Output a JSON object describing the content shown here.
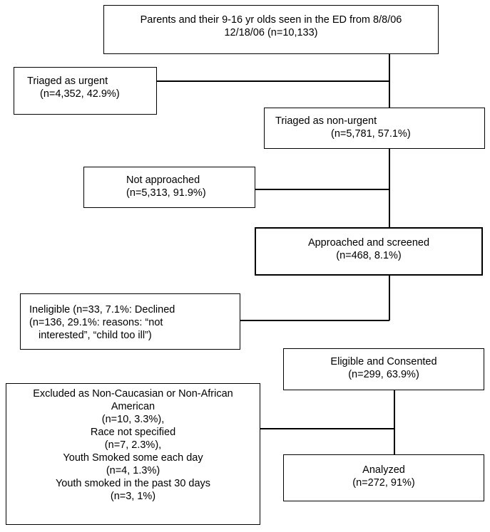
{
  "boxes": {
    "top": {
      "line1": "Parents and their 9-16 yr olds seen in the ED from 8/8/06",
      "line2": "12/18/06 (n=10,133)"
    },
    "urgent": {
      "line1": "Triaged as urgent",
      "line2": "(n=4,352, 42.9%)"
    },
    "nonurgent": {
      "line1": "Triaged as non-urgent",
      "line2": "(n=5,781, 57.1%)"
    },
    "not_approached": {
      "line1": "Not approached",
      "line2": "(n=5,313, 91.9%)"
    },
    "approached": {
      "line1": "Approached and screened",
      "line2": "(n=468, 8.1%)"
    },
    "ineligible": {
      "line1": "Ineligible (n=33, 7.1%: Declined",
      "line2": "(n=136, 29.1%:  reasons: “not",
      "line3": "interested”, “child too ill”)"
    },
    "eligible": {
      "line1": "Eligible and Consented",
      "line2": "(n=299, 63.9%)"
    },
    "excluded": {
      "line1": "Excluded as Non-Caucasian or Non-African",
      "line2": "American",
      "line3": "(n=10, 3.3%),",
      "line4": "Race not specified",
      "line5": "(n=7, 2.3%),",
      "line6": "Youth Smoked some each day",
      "line7": "(n=4, 1.3%)",
      "line8": "Youth smoked in the past 30 days",
      "line9": "(n=3, 1%)"
    },
    "analyzed": {
      "line1": "Analyzed",
      "line2": "(n=272, 91%)"
    }
  }
}
